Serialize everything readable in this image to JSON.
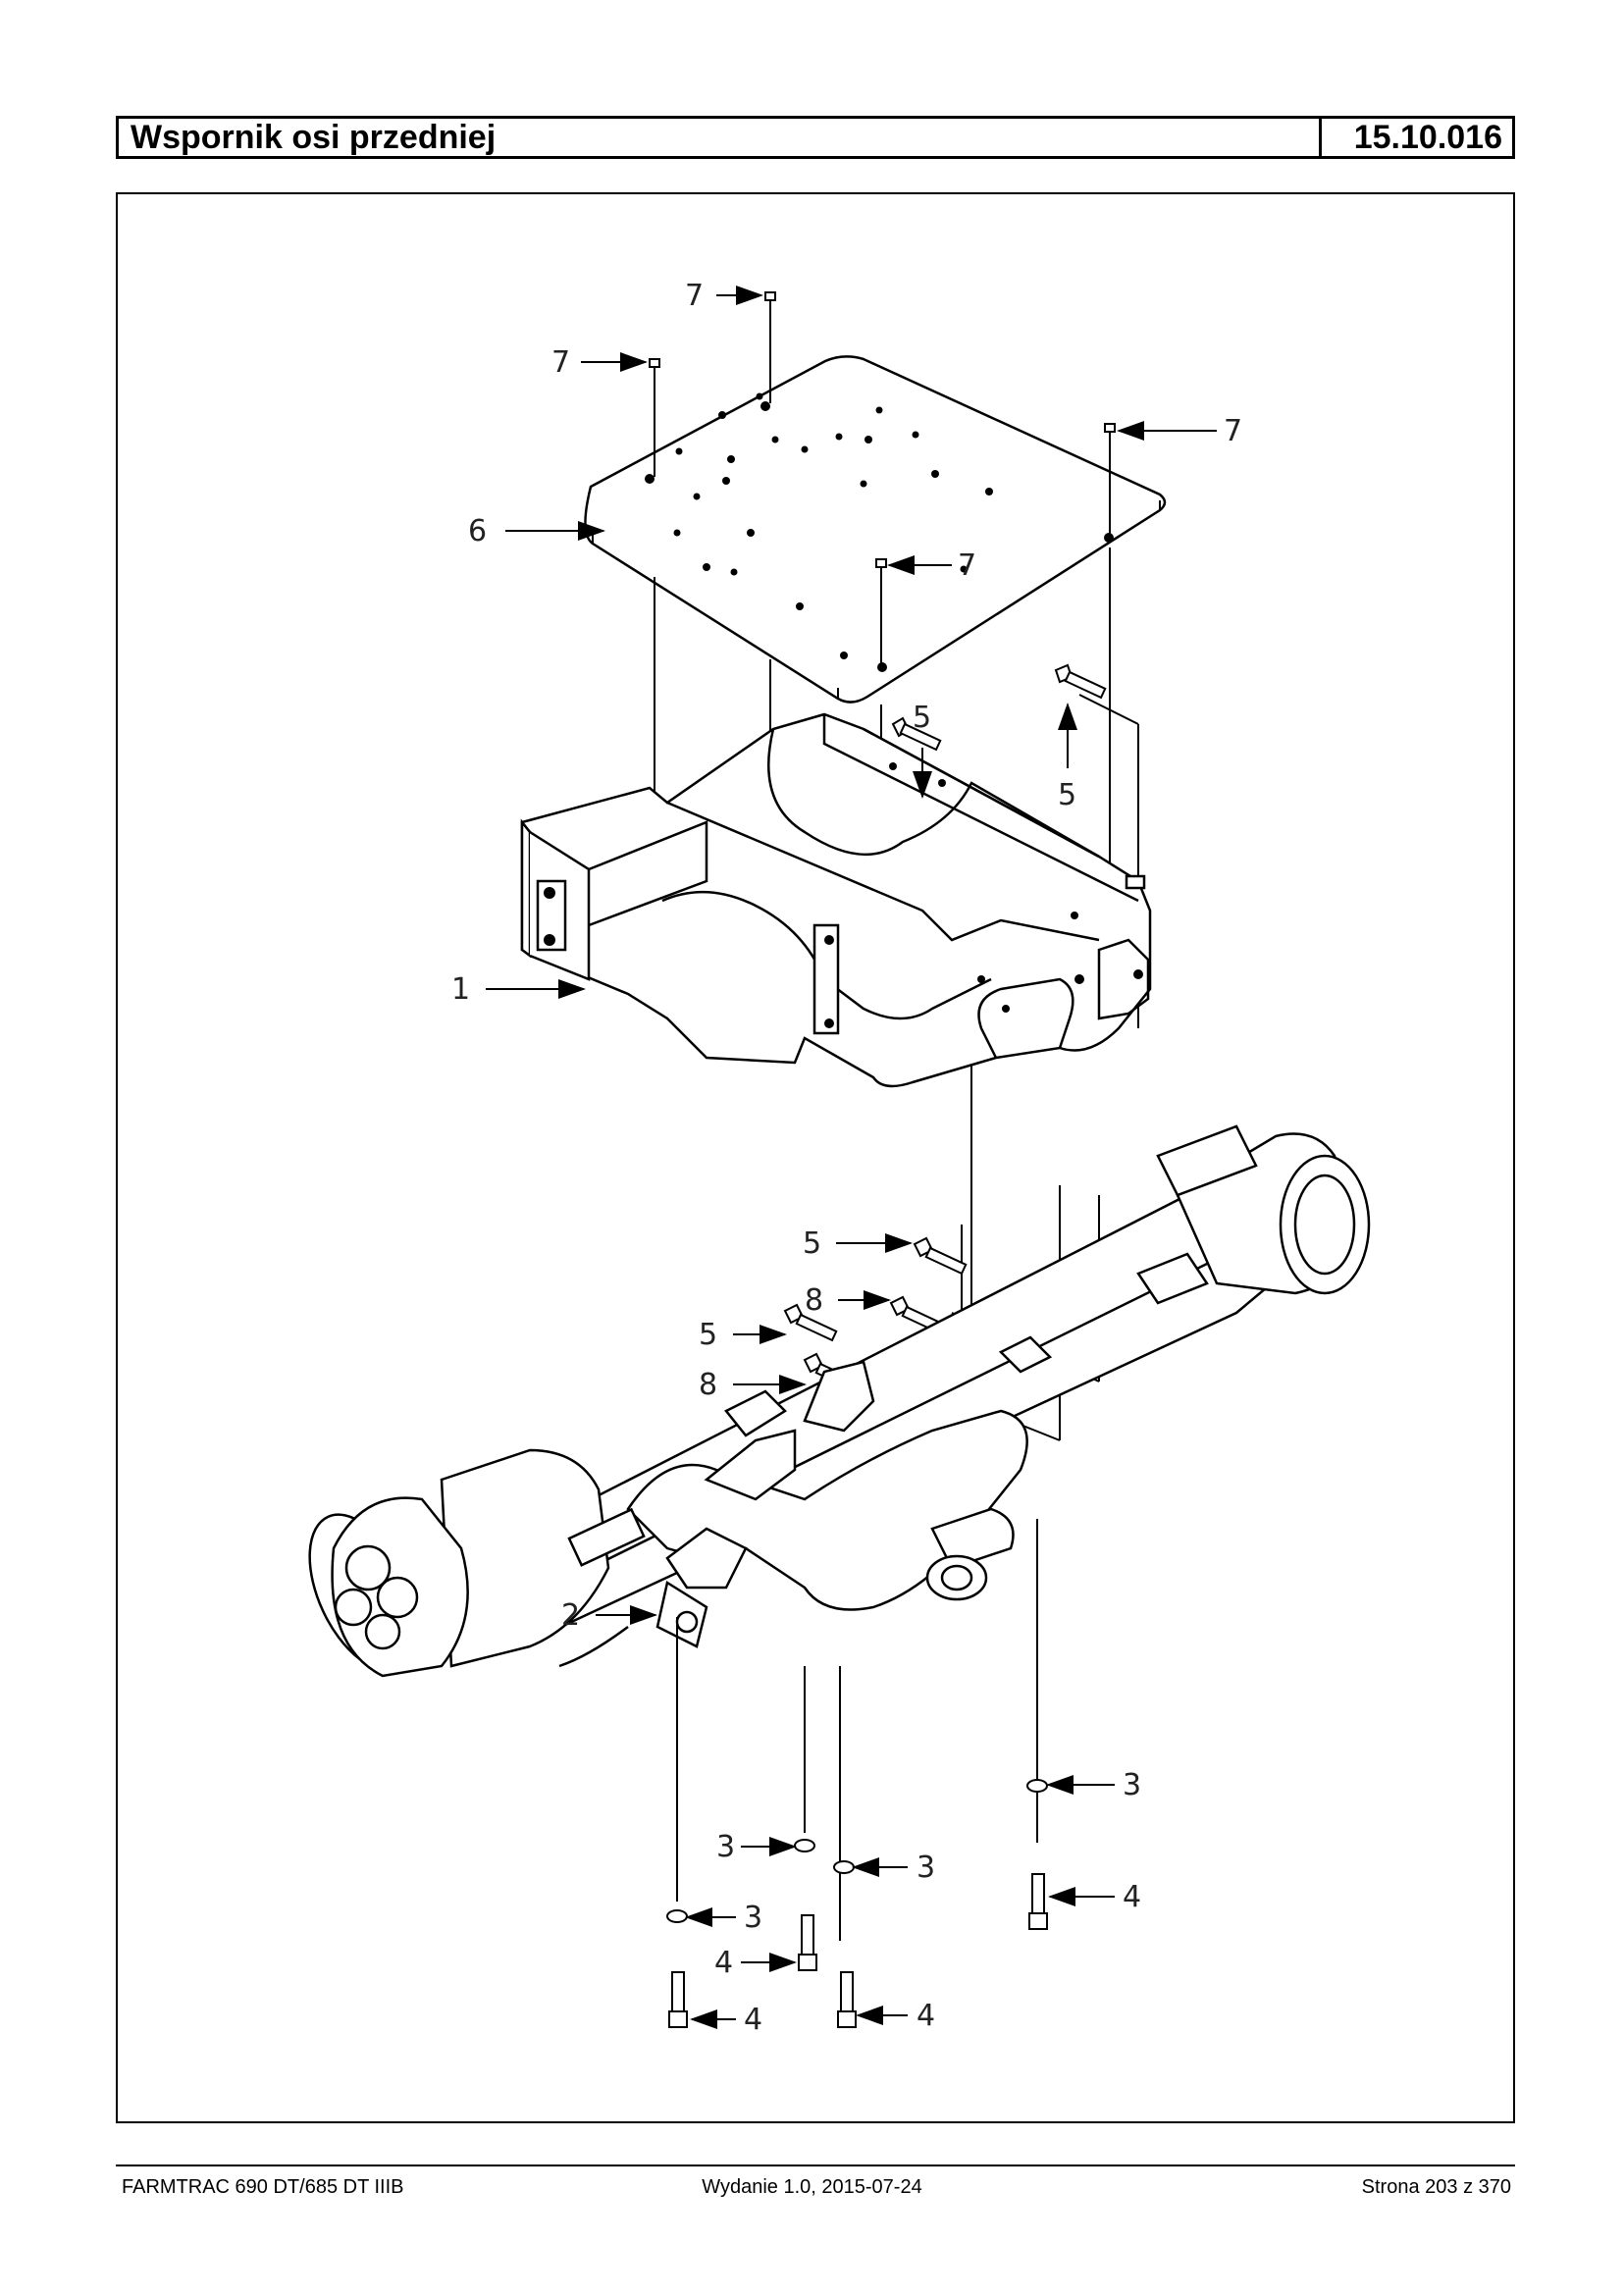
{
  "header": {
    "title": "Wspornik osi przedniej",
    "code": "15.10.016"
  },
  "callouts": {
    "c7a": "7",
    "c7b": "7",
    "c7c": "7",
    "c7d": "7",
    "c6": "6",
    "c5a": "5",
    "c5b": "5",
    "c1": "1",
    "c5c": "5",
    "c8a": "8",
    "c5d": "5",
    "c8b": "8",
    "c2": "2",
    "c3a": "3",
    "c3b": "3",
    "c3c": "3",
    "c3d": "3",
    "c4a": "4",
    "c4b": "4",
    "c4c": "4",
    "c4d": "4"
  },
  "footer": {
    "left": "FARMTRAC 690 DT/685 DT IIIB",
    "center": "Wydanie 1.0,  2015-07-24",
    "right": "Strona 203 z 370"
  }
}
